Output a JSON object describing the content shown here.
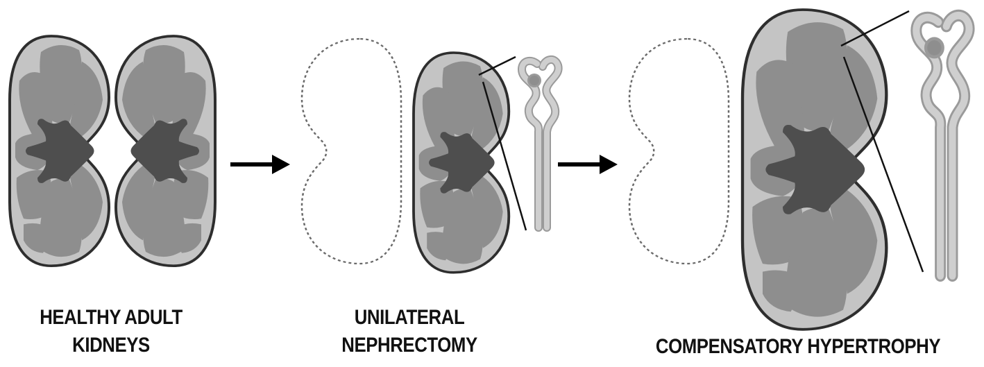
{
  "stages": [
    {
      "id": "healthy",
      "caption_lines": [
        "HEALTHY ADULT",
        "KIDNEYS"
      ]
    },
    {
      "id": "nephrectomy",
      "caption_lines": [
        "UNILATERAL",
        "NEPHRECTOMY"
      ]
    },
    {
      "id": "hypertrophy",
      "caption_lines": [
        "COMPENSATORY HYPERTROPHY"
      ]
    }
  ],
  "colors": {
    "cortex": "#c4c4c4",
    "lobe": "#8e8e8e",
    "pelvis": "#4e4e4e",
    "outline": "#2e2e2e",
    "nephron": "#cfcfcf",
    "nephron_outline": "#9a9a9a",
    "arrow": "#000000",
    "removed_outline": "#6a6a6a"
  },
  "icons": {
    "arrow": "right-arrow-icon",
    "removed_kidney": "dashed-kidney-outline",
    "nephron": "nephron-icon"
  }
}
